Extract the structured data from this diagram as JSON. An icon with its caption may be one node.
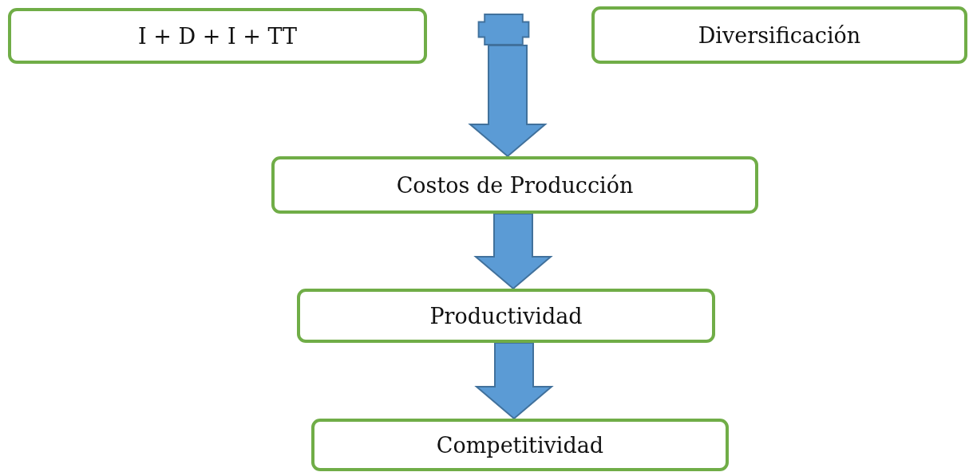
{
  "diagram": {
    "nodes": [
      {
        "text": [
          "I + D + I + TT"
        ]
      },
      {
        "text": [],
        "shape": "plus"
      },
      {
        "text": [
          "Diversificación"
        ]
      },
      {
        "text": [
          "Costos de Producción"
        ]
      },
      {
        "text": [
          "Productividad"
        ]
      },
      {
        "text": [
          "Competitividad"
        ]
      }
    ],
    "edges": [
      {
        "from": 1,
        "to": 3,
        "arrow": "to"
      },
      {
        "from": 3,
        "to": 4,
        "arrow": "to"
      },
      {
        "from": 4,
        "to": 5,
        "arrow": "to"
      }
    ]
  }
}
